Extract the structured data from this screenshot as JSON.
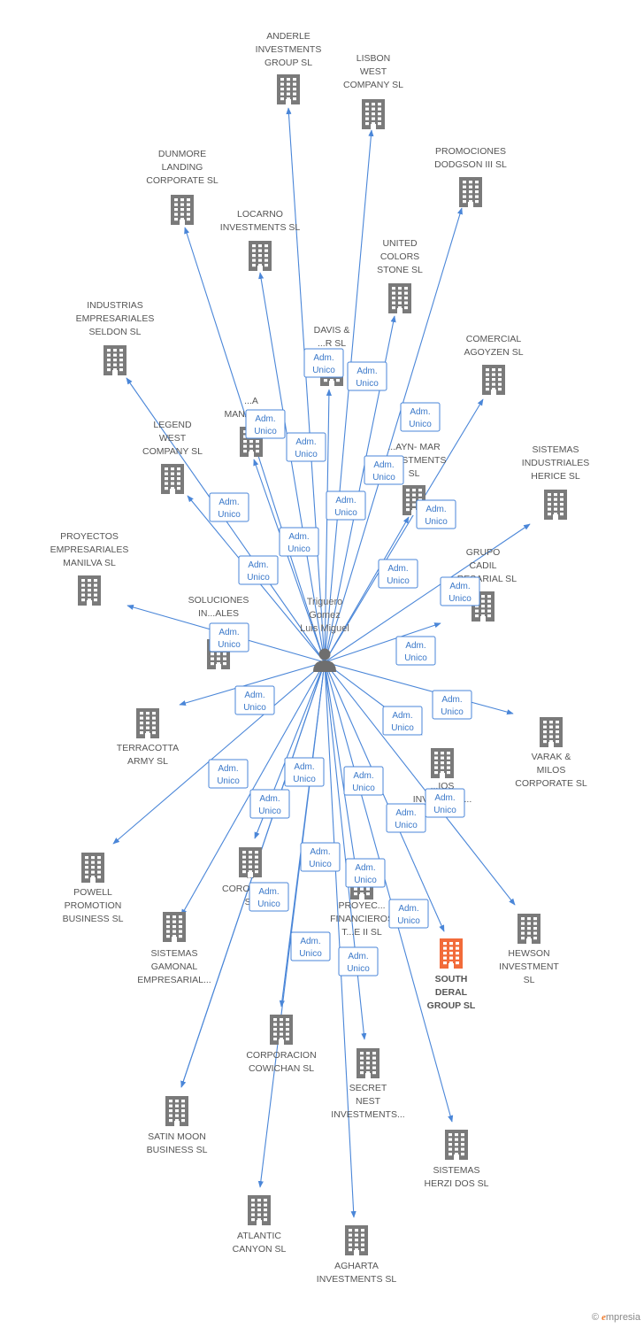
{
  "center": {
    "name_lines": [
      "Triguero",
      "Gomez",
      "Luis Miguel"
    ],
    "icon": "person-icon"
  },
  "edge_label": [
    "Adm.",
    "Unico"
  ],
  "colors": {
    "edge": "#4a86d8",
    "building": "#7a7a7a",
    "highlight": "#f26b3a"
  },
  "companies": [
    {
      "id": "anderle",
      "lines": [
        "ANDERLE",
        "INVESTMENTS",
        "GROUP SL"
      ]
    },
    {
      "id": "lisbon",
      "lines": [
        "LISBON",
        "WEST",
        "COMPANY  SL"
      ]
    },
    {
      "id": "dunmore",
      "lines": [
        "DUNMORE",
        "LANDING",
        "CORPORATE SL"
      ]
    },
    {
      "id": "promociones-dodgson",
      "lines": [
        "PROMOCIONES",
        "DODGSON III SL"
      ]
    },
    {
      "id": "locarno",
      "lines": [
        "LOCARNO",
        "INVESTMENTS SL"
      ]
    },
    {
      "id": "united-colors",
      "lines": [
        "UNITED",
        "COLORS",
        "STONE SL"
      ]
    },
    {
      "id": "industrias-seldon",
      "lines": [
        "INDUSTRIAS",
        "EMPRESARIALES",
        "SELDON SL"
      ]
    },
    {
      "id": "davis",
      "lines": [
        "DAVIS &",
        "...R SL"
      ]
    },
    {
      "id": "comercial-agoyzen",
      "lines": [
        "COMERCIAL",
        "AGOYZEN SL"
      ]
    },
    {
      "id": "ma-management",
      "lines": [
        "...A",
        "MANA...T SL"
      ]
    },
    {
      "id": "legend-west",
      "lines": [
        "LEGEND",
        "WEST",
        "COMPANY  SL"
      ]
    },
    {
      "id": "mayn-mar",
      "lines": [
        "...AYN- MAR",
        "...VESTMENTS",
        "SL"
      ]
    },
    {
      "id": "sistemas-herice",
      "lines": [
        "SISTEMAS",
        "INDUSTRIALES",
        "HERICE  SL"
      ]
    },
    {
      "id": "manilva",
      "lines": [
        "PROYECTOS",
        "EMPRESARIALES",
        "MANILVA SL"
      ]
    },
    {
      "id": "grupo-cadil",
      "lines": [
        "GRUPO",
        "CADIL",
        "...RESARIAL SL"
      ]
    },
    {
      "id": "soluciones",
      "lines": [
        "SOLUCIONES",
        "IN...ALES",
        "...SL"
      ]
    },
    {
      "id": "terracotta",
      "lines": [
        "TERRACOTTA",
        "ARMY  SL"
      ]
    },
    {
      "id": "varak",
      "lines": [
        "VARAK &",
        "MILOS",
        "CORPORATE SL"
      ]
    },
    {
      "id": "inversion",
      "lines": [
        "...IOS",
        "INVERSION..."
      ]
    },
    {
      "id": "powell",
      "lines": [
        "POWELL",
        "PROMOTION",
        "BUSINESS  SL"
      ]
    },
    {
      "id": "corooya",
      "lines": [
        "...",
        "COROOYA III",
        "SL"
      ]
    },
    {
      "id": "proyectos-financieros",
      "lines": [
        "PROYEC...",
        "FINANCIEROS",
        "T...E II  SL"
      ]
    },
    {
      "id": "sistemas-gamonal",
      "lines": [
        "SISTEMAS",
        "GAMONAL",
        "EMPRESARIAL..."
      ]
    },
    {
      "id": "south-deral",
      "lines": [
        "SOUTH",
        "DERAL",
        "GROUP  SL"
      ]
    },
    {
      "id": "hewson",
      "lines": [
        "HEWSON",
        "INVESTMENT",
        "SL"
      ]
    },
    {
      "id": "cowichan",
      "lines": [
        "CORPORACION",
        "COWICHAN SL"
      ]
    },
    {
      "id": "secret-nest",
      "lines": [
        "SECRET",
        "NEST",
        "INVESTMENTS..."
      ]
    },
    {
      "id": "satin-moon",
      "lines": [
        "SATIN MOON",
        "BUSINESS SL"
      ]
    },
    {
      "id": "herzi",
      "lines": [
        "SISTEMAS",
        "HERZI DOS SL"
      ]
    },
    {
      "id": "atlantic",
      "lines": [
        "ATLANTIC",
        "CANYON SL"
      ]
    },
    {
      "id": "agharta",
      "lines": [
        "AGHARTA",
        "INVESTMENTS SL"
      ]
    }
  ],
  "credit": {
    "symbol": "©",
    "brand_initial": "e",
    "brand_rest": "mpresia"
  }
}
